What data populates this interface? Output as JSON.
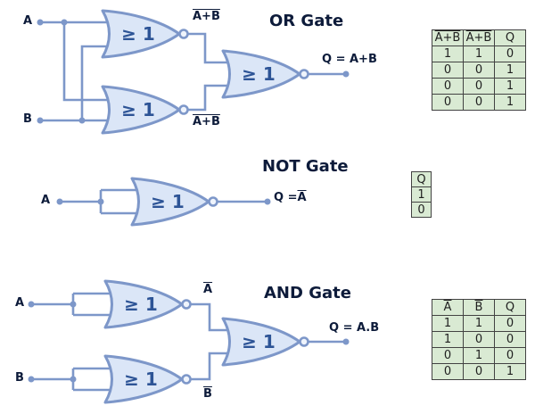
{
  "palette": {
    "gate_fill": "#dbe6f7",
    "gate_stroke": "#7d97c9",
    "wire": "#7d97c9",
    "gate_symbol_color": "#2d5496",
    "label_color": "#0d1b3a",
    "table_bg": "#d9ead3",
    "table_border": "#424242"
  },
  "gate_symbol": "≥ 1",
  "sections": {
    "or": {
      "title": "OR Gate",
      "input_a": "A",
      "input_b": "B",
      "mid_top_label": "A+B",
      "mid_bottom_label": "A+B",
      "output_label": "Q = A+B",
      "table": {
        "headers": [
          "A+B",
          "A+B",
          "Q"
        ],
        "rows": [
          [
            "1",
            "1",
            "0"
          ],
          [
            "0",
            "0",
            "1"
          ],
          [
            "0",
            "0",
            "1"
          ],
          [
            "0",
            "0",
            "1"
          ]
        ]
      }
    },
    "not": {
      "title": "NOT Gate",
      "input_a": "A",
      "output_prefix": "Q =",
      "output_var": "A",
      "table": {
        "header": "Q",
        "rows": [
          "1",
          "0"
        ]
      }
    },
    "and": {
      "title": "AND Gate",
      "input_a": "A",
      "input_b": "B",
      "mid_top_label": "A",
      "mid_bottom_label": "B",
      "output_label": "Q = A.B",
      "table": {
        "headers": [
          "A",
          "B",
          "Q"
        ],
        "rows": [
          [
            "1",
            "1",
            "0"
          ],
          [
            "1",
            "0",
            "0"
          ],
          [
            "0",
            "1",
            "0"
          ],
          [
            "0",
            "0",
            "1"
          ]
        ]
      }
    }
  }
}
